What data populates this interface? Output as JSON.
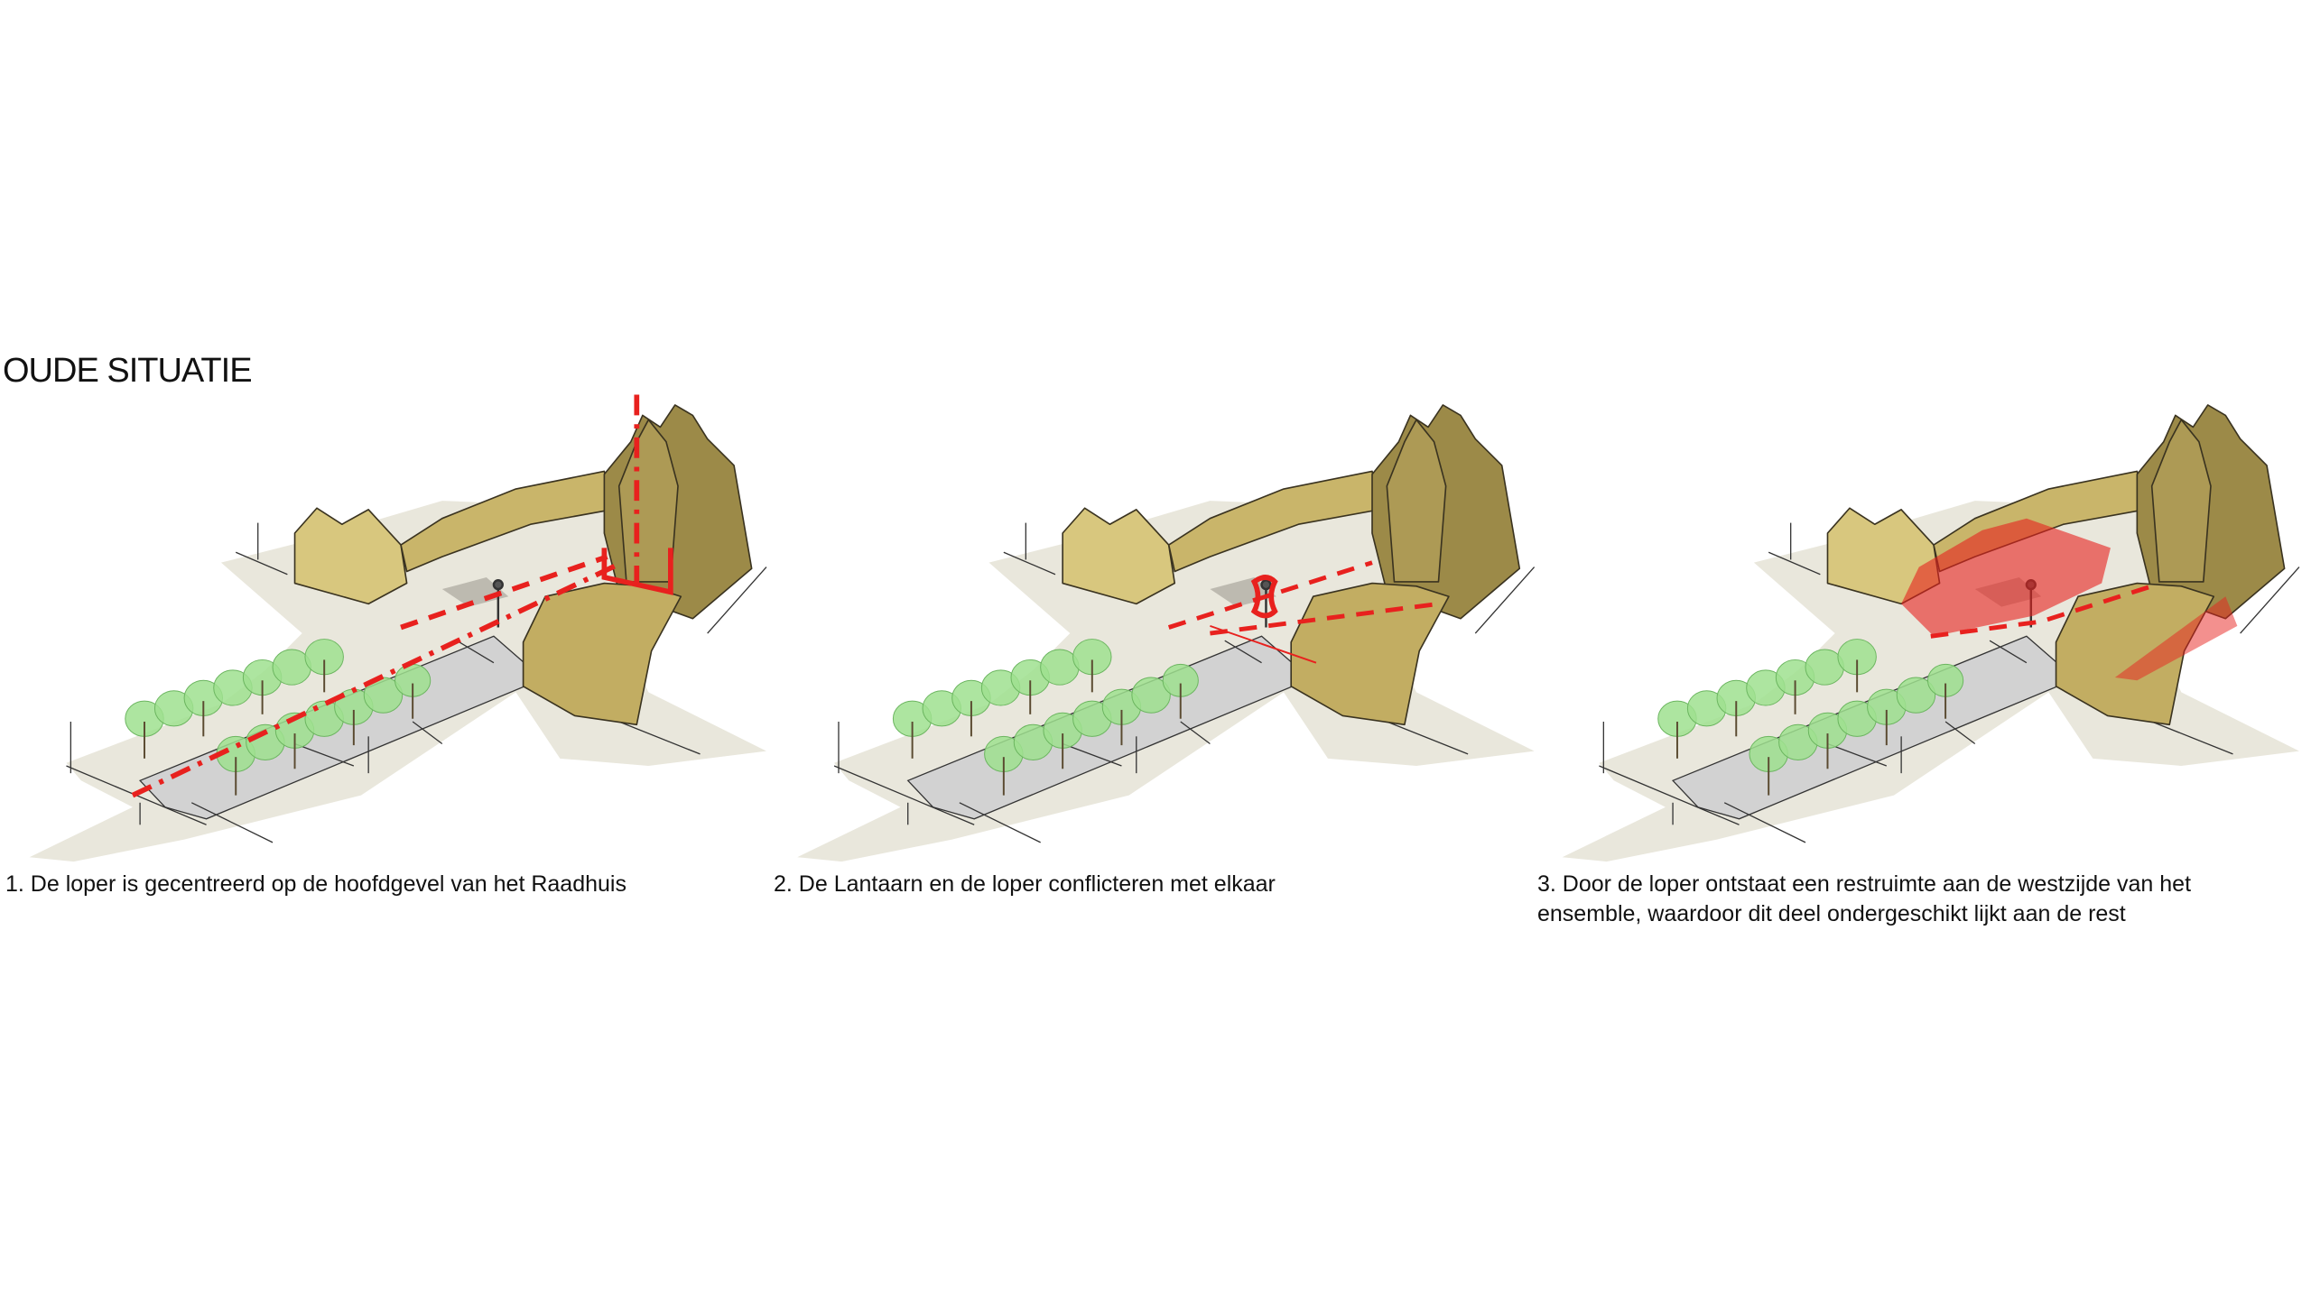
{
  "title": "OUDE SITUATIE",
  "panels": [
    {
      "caption": "1. De loper is gecentreerd op de hoofdgevel van het Raadhuis"
    },
    {
      "caption": "2. De Lantaarn en de loper conflicteren met elkaar"
    },
    {
      "caption_line1": "3. Door de loper ontstaat een restruimte aan de westzijde van het",
      "caption_line2": "ensemble, waardoor dit deel ondergeschikt lijkt aan de rest"
    }
  ],
  "colors": {
    "buildings": "#c9b56a",
    "buildings_dark": "#9c8a48",
    "trees": "#9fe08f",
    "road": "#d2d2d2",
    "ground": "#e9e7dc",
    "accent_red": "#e8211e"
  }
}
